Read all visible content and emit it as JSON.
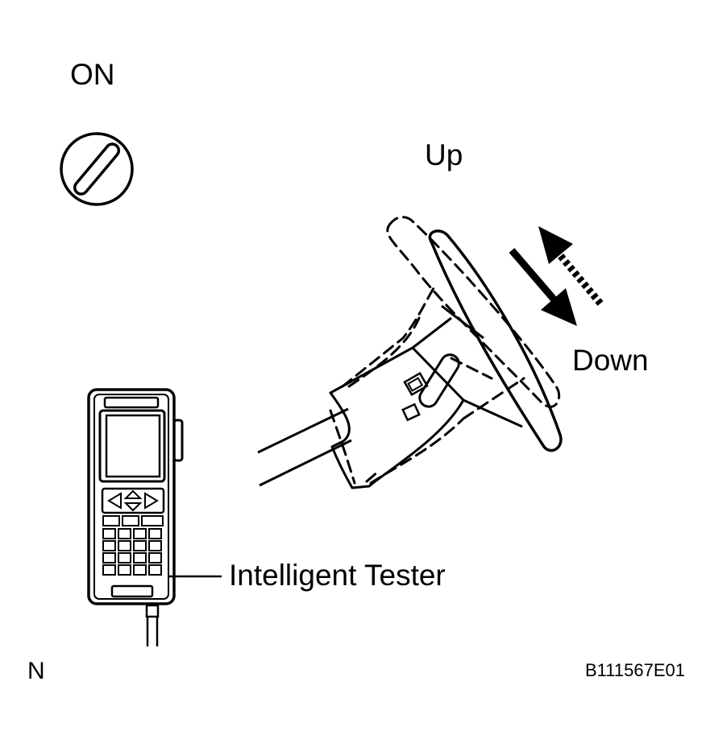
{
  "labels": {
    "ignition": "ON",
    "up": "Up",
    "down": "Down",
    "tester": "Intelligent Tester",
    "corner": "N",
    "figure_id": "B111567E01"
  },
  "icons": {
    "ignition_switch": "ignition-key-on-icon",
    "steering_wheel": "steering-wheel-icon",
    "tester": "handheld-tester-icon"
  }
}
